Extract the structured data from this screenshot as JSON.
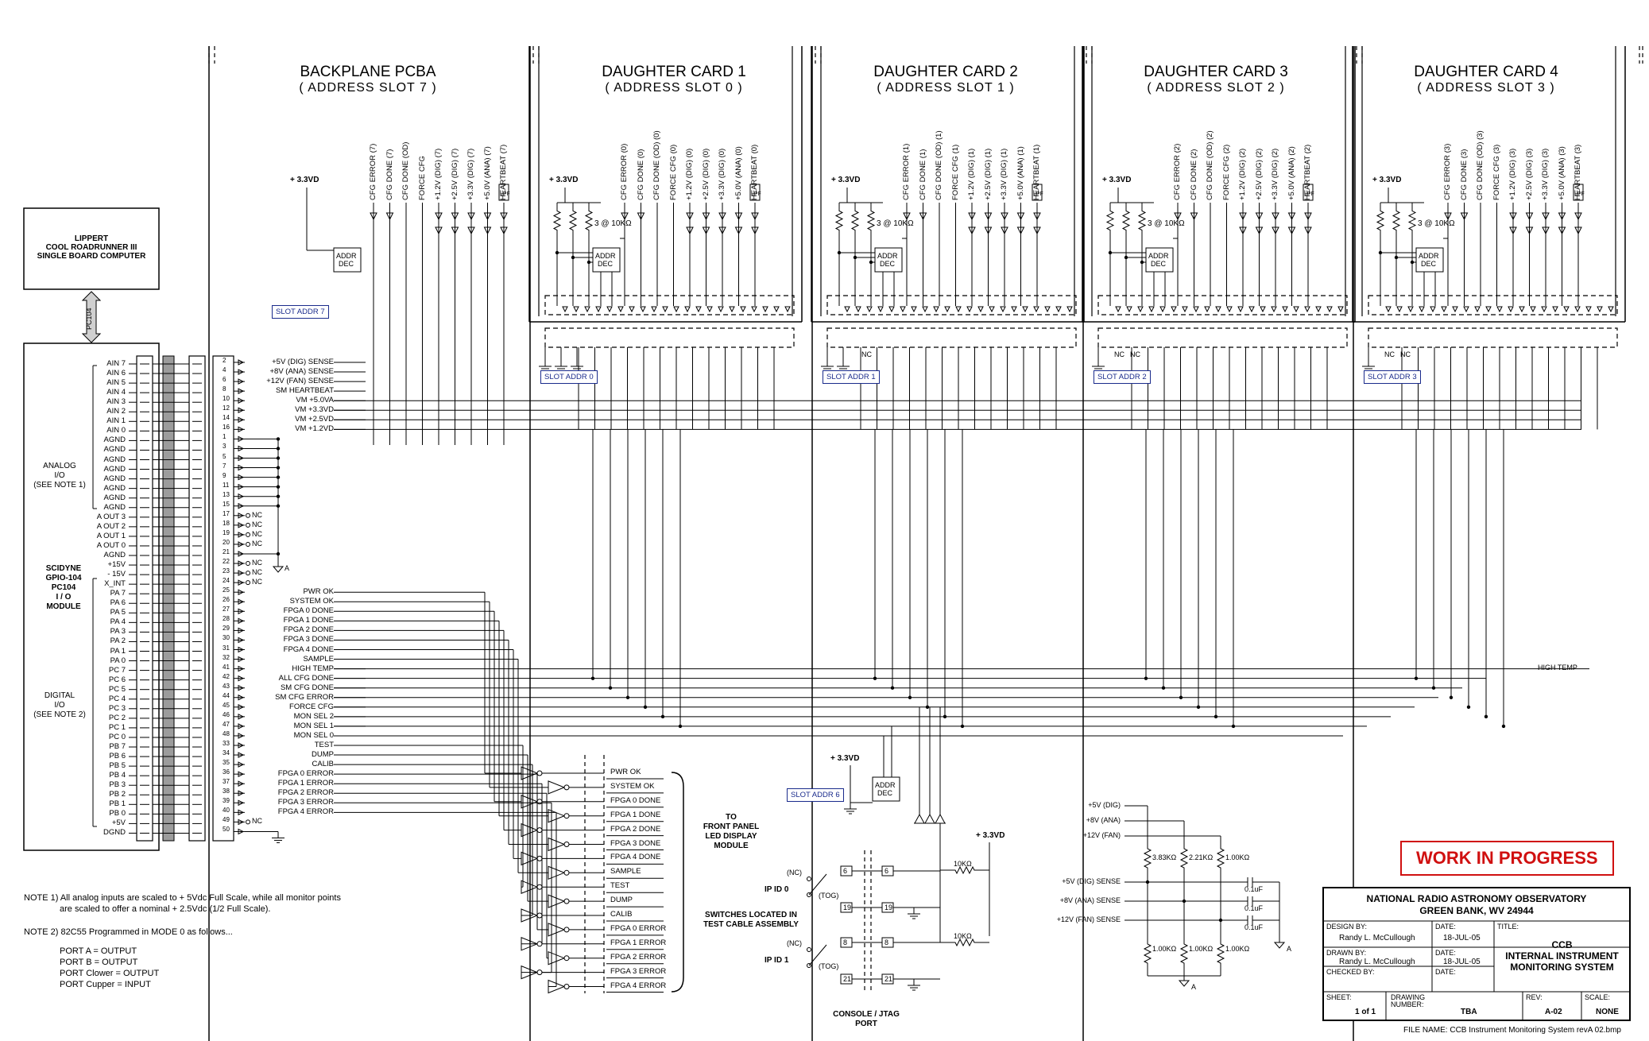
{
  "sections": {
    "backplane": {
      "title": "BACKPLANE PCBA",
      "subtitle": "( ADDRESS SLOT 7 )",
      "slot_addr": "SLOT ADDR 7"
    },
    "cards": [
      {
        "title": "DAUGHTER CARD 1",
        "subtitle": "( ADDRESS SLOT 0 )",
        "slot_addr": "SLOT ADDR 0",
        "n": "0"
      },
      {
        "title": "DAUGHTER CARD 2",
        "subtitle": "( ADDRESS SLOT 1 )",
        "slot_addr": "SLOT ADDR 1",
        "n": "1"
      },
      {
        "title": "DAUGHTER CARD 3",
        "subtitle": "( ADDRESS SLOT 2 )",
        "slot_addr": "SLOT ADDR 2",
        "n": "2"
      },
      {
        "title": "DAUGHTER CARD 4",
        "subtitle": "( ADDRESS SLOT 3 )",
        "slot_addr": "SLOT ADDR 3",
        "n": "3"
      }
    ]
  },
  "common_labels": {
    "v33d": "+ 3.3VD",
    "resistors": "3 @ 10KΩ",
    "addr_dec_1": "ADDR",
    "addr_dec_2": "DEC",
    "lpf": "LPF",
    "nc": "NC",
    "slot_addr6": "SLOT ADDR 6",
    "ground_a": "A"
  },
  "card_signals": [
    "CFG ERROR",
    "CFG DONE",
    "CFG DONE (OD)",
    "FORCE CFG",
    "+1.2V (DIG)",
    "+2.5V (DIG)",
    "+3.3V (DIG)",
    "+5.0V (ANA)",
    "HEARTBEAT"
  ],
  "backplane_signals": [
    "CFG ERROR (7)",
    "CFG DONE (7)",
    "CFG DONE (OD)",
    "FORCE CFG",
    "+1.2V (DIG) (7)",
    "+2.5V (DIG) (7)",
    "+3.3V (DIG) (7)",
    "+5.0V (ANA) (7)",
    "HEARTBEAT (7)"
  ],
  "sbc": {
    "line1": "LIPPERT",
    "line2": "COOL ROADRUNNER III",
    "line3": "SINGLE BOARD COMPUTER",
    "bus": "PC104"
  },
  "io_module": {
    "line1": "SCIDYNE",
    "line2": "GPIO-104",
    "line3": "PC104",
    "line4": "I / O",
    "line5": "MODULE",
    "analog": [
      "ANALOG",
      "I/O",
      "(SEE NOTE 1)"
    ],
    "digital": [
      "DIGITAL",
      "I/O",
      "(SEE NOTE 2)"
    ],
    "pins": [
      "AIN 7",
      "AIN 6",
      "AIN 5",
      "AIN 4",
      "AIN 3",
      "AIN 2",
      "AIN 1",
      "AIN 0",
      "AGND",
      "AGND",
      "AGND",
      "AGND",
      "AGND",
      "AGND",
      "AGND",
      "AGND",
      "A OUT 3",
      "A OUT 2",
      "A OUT 1",
      "A OUT 0",
      "AGND",
      "+15V",
      "- 15V",
      "X_INT",
      "PA 7",
      "PA 6",
      "PA 5",
      "PA 4",
      "PA 3",
      "PA 2",
      "PA 1",
      "PA 0",
      "PC 7",
      "PC 6",
      "PC 5",
      "PC 4",
      "PC 3",
      "PC 2",
      "PC 1",
      "PC 0",
      "PB 7",
      "PB 6",
      "PB 5",
      "PB 4",
      "PB 3",
      "PB 2",
      "PB 1",
      "PB 0",
      "+5V",
      "DGND"
    ]
  },
  "connector": {
    "rows": [
      {
        "pin": "2",
        "label": "+5V (DIG) SENSE"
      },
      {
        "pin": "4",
        "label": "+8V (ANA) SENSE"
      },
      {
        "pin": "6",
        "label": "+12V (FAN) SENSE"
      },
      {
        "pin": "8",
        "label": "SM HEARTBEAT"
      },
      {
        "pin": "10",
        "label": "VM +5.0VA"
      },
      {
        "pin": "12",
        "label": "VM +3.3VD"
      },
      {
        "pin": "14",
        "label": "VM +2.5VD"
      },
      {
        "pin": "16",
        "label": "VM +1.2VD"
      },
      {
        "pin": "1",
        "label": ""
      },
      {
        "pin": "3",
        "label": ""
      },
      {
        "pin": "5",
        "label": ""
      },
      {
        "pin": "7",
        "label": ""
      },
      {
        "pin": "9",
        "label": ""
      },
      {
        "pin": "11",
        "label": ""
      },
      {
        "pin": "13",
        "label": ""
      },
      {
        "pin": "15",
        "label": ""
      },
      {
        "pin": "17",
        "label": "NC"
      },
      {
        "pin": "18",
        "label": "NC"
      },
      {
        "pin": "19",
        "label": "NC"
      },
      {
        "pin": "20",
        "label": "NC"
      },
      {
        "pin": "21",
        "label": ""
      },
      {
        "pin": "22",
        "label": "NC"
      },
      {
        "pin": "23",
        "label": "NC"
      },
      {
        "pin": "24",
        "label": "NC"
      },
      {
        "pin": "25",
        "label": "PWR OK"
      },
      {
        "pin": "26",
        "label": "SYSTEM OK"
      },
      {
        "pin": "27",
        "label": "FPGA 0 DONE"
      },
      {
        "pin": "28",
        "label": "FPGA 1 DONE"
      },
      {
        "pin": "29",
        "label": "FPGA 2 DONE"
      },
      {
        "pin": "30",
        "label": "FPGA 3 DONE"
      },
      {
        "pin": "31",
        "label": "FPGA 4 DONE"
      },
      {
        "pin": "32",
        "label": "SAMPLE"
      },
      {
        "pin": "41",
        "label": "HIGH TEMP"
      },
      {
        "pin": "42",
        "label": "ALL CFG DONE"
      },
      {
        "pin": "43",
        "label": "SM CFG DONE"
      },
      {
        "pin": "44",
        "label": "SM CFG ERROR"
      },
      {
        "pin": "45",
        "label": "FORCE CFG"
      },
      {
        "pin": "46",
        "label": "MON SEL 2"
      },
      {
        "pin": "47",
        "label": "MON SEL 1"
      },
      {
        "pin": "48",
        "label": "MON SEL 0"
      },
      {
        "pin": "33",
        "label": "TEST"
      },
      {
        "pin": "34",
        "label": "DUMP"
      },
      {
        "pin": "35",
        "label": "CALIB"
      },
      {
        "pin": "36",
        "label": "FPGA 0 ERROR"
      },
      {
        "pin": "37",
        "label": "FPGA 1 ERROR"
      },
      {
        "pin": "38",
        "label": "FPGA 2 ERROR"
      },
      {
        "pin": "39",
        "label": "FPGA 3 ERROR"
      },
      {
        "pin": "40",
        "label": "FPGA 4 ERROR"
      },
      {
        "pin": "49",
        "label": "NC"
      },
      {
        "pin": "50",
        "label": ""
      }
    ]
  },
  "high_temp_right": "HIGH TEMP",
  "front_panel": {
    "signals": [
      "PWR OK",
      "SYSTEM OK",
      "FPGA 0 DONE",
      "FPGA 1 DONE",
      "FPGA 2 DONE",
      "FPGA 3 DONE",
      "FPGA 4 DONE",
      "SAMPLE",
      "TEST",
      "DUMP",
      "CALIB",
      "FPGA 0 ERROR",
      "FPGA 1 ERROR",
      "FPGA 2 ERROR",
      "FPGA 3 ERROR",
      "FPGA 4 ERROR"
    ],
    "dest": [
      "TO",
      "FRONT PANEL",
      "LED DISPLAY",
      "MODULE"
    ]
  },
  "console": {
    "v33": "+ 3.3VD",
    "r1": "10KΩ",
    "r2": "10KΩ",
    "ipid0": "IP ID 0",
    "ipid1": "IP ID 1",
    "nc": "(NC)",
    "tog": "(TOG)",
    "switches": [
      "SWITCHES LOCATED IN",
      "TEST CABLE ASSEMBLY"
    ],
    "port": [
      "CONSOLE / JTAG",
      "PORT"
    ],
    "pins": [
      "6",
      "19",
      "8",
      "21"
    ]
  },
  "sense": {
    "rails": [
      "+5V (DIG)",
      "+8V (ANA)",
      "+12V (FAN)"
    ],
    "outs": [
      "+5V (DIG) SENSE",
      "+8V (ANA) SENSE",
      "+12V (FAN) SENSE"
    ],
    "r_top": [
      "3.83KΩ",
      "2.21KΩ",
      "1.00KΩ"
    ],
    "r_bot": [
      "1.00KΩ",
      "1.00KΩ",
      "1.00KΩ"
    ],
    "cap": "0.1uF"
  },
  "notes": {
    "n1a": "NOTE 1)   All analog inputs are scaled to + 5Vdc Full Scale, while all monitor points",
    "n1b": "are scaled to offer a nominal + 2.5Vdc (1/2 Full Scale).",
    "n2": "NOTE 2)  82C55 Programmed in MODE 0 as follows...",
    "ports": [
      "PORT A = OUTPUT",
      "PORT B = OUTPUT",
      "PORT Clower = OUTPUT",
      "PORT Cupper = INPUT"
    ]
  },
  "wip": "WORK IN PROGRESS",
  "title_block": {
    "org1": "NATIONAL RADIO ASTRONOMY OBSERVATORY",
    "org2": "GREEN BANK,  WV  24944",
    "design_by_lbl": "DESIGN BY:",
    "design_by": "Randy L. McCullough",
    "drawn_by_lbl": "DRAWN BY:",
    "drawn_by": "Randy L. McCullough",
    "checked_by_lbl": "CHECKED BY:",
    "date_lbl": "DATE:",
    "date1": "18-JUL-05",
    "date2": "18-JUL-05",
    "title_lbl": "TITLE:",
    "title1": "CCB",
    "title2": "INTERNAL INSTRUMENT",
    "title3": "MONITORING SYSTEM",
    "sheet_lbl": "SHEET:",
    "sheet": "1 of 1",
    "drawing_lbl": "DRAWING NUMBER:",
    "drawing": "TBA",
    "rev_lbl": "REV:",
    "rev": "A-02",
    "scale_lbl": "SCALE:",
    "scale": "NONE",
    "filename": "FILE NAME:  CCB Instrument Monitoring System revA 02.bmp"
  }
}
